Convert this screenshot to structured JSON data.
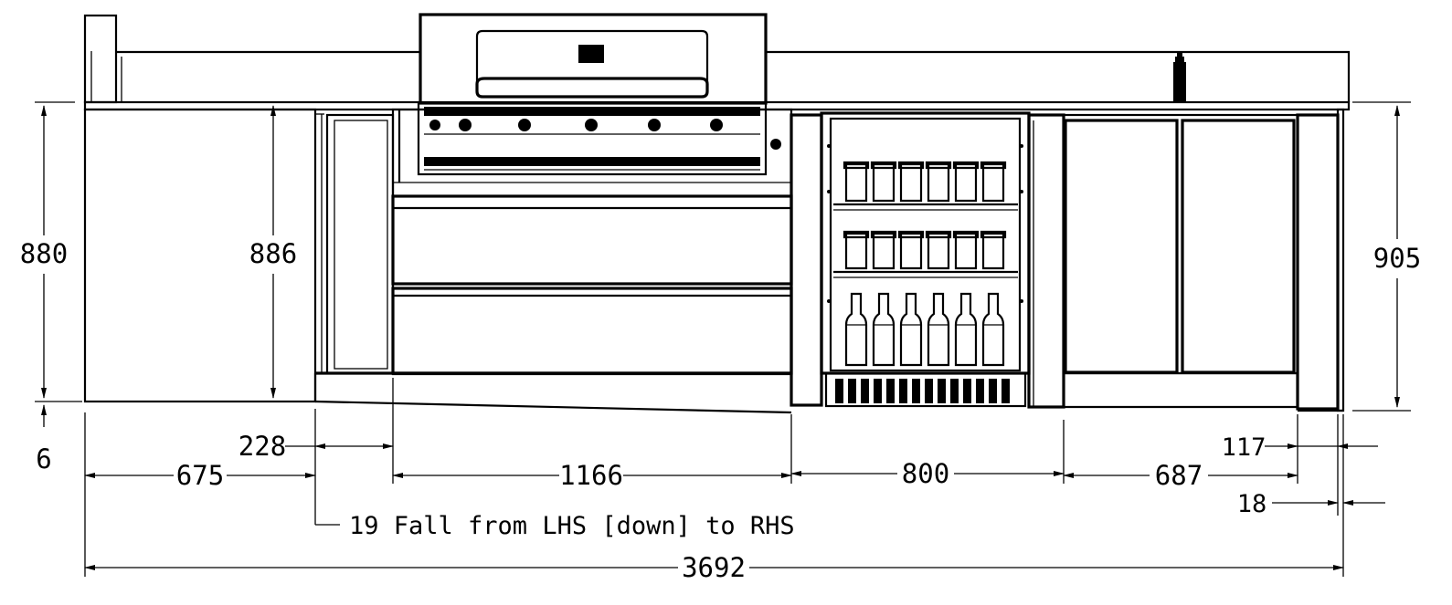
{
  "dimensions": {
    "height_left": "880",
    "height_cabinet": "886",
    "height_right": "905",
    "offset_bottom_left": "6",
    "width_228": "228",
    "width_675": "675",
    "width_1166": "1166",
    "width_800": "800",
    "width_687": "687",
    "width_117": "117",
    "width_18": "18",
    "total_width": "3692"
  },
  "notes": {
    "fall_note": "19 Fall from LHS [down] to RHS"
  },
  "colors": {
    "line": "#000000",
    "background": "#ffffff"
  }
}
